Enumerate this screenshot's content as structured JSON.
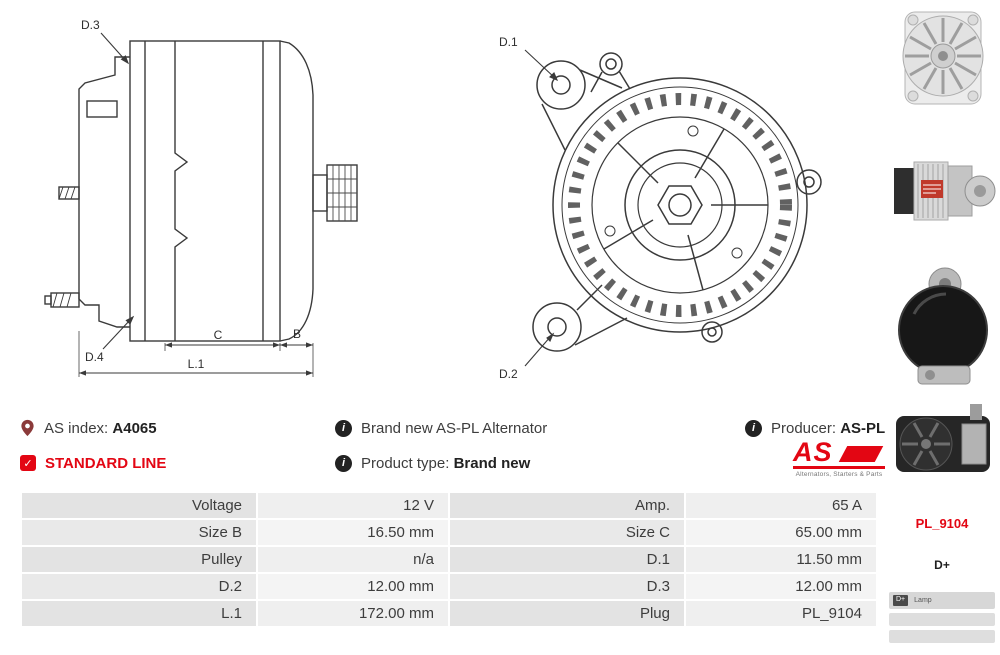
{
  "drawing_side": {
    "d3": "D.3",
    "d4": "D.4",
    "dim_c": "C",
    "dim_b": "B",
    "dim_l1": "L.1"
  },
  "drawing_front": {
    "d1": "D.1",
    "d2": "D.2"
  },
  "info": {
    "as_index_label": "AS index:",
    "as_index_value": "A4065",
    "brand_new_text": "Brand new AS-PL Alternator",
    "producer_label": "Producer:",
    "producer_value": "AS-PL",
    "standard_line": "STANDARD LINE",
    "product_type_label": "Product type:",
    "product_type_value": "Brand new",
    "logo_text": "AS",
    "logo_subtext": "Alternators, Starters & Parts"
  },
  "icons": {
    "info": "i",
    "check": "✓"
  },
  "table": {
    "rows": [
      {
        "l1": "Voltage",
        "v1": "12 V",
        "l2": "Amp.",
        "v2": "65 A"
      },
      {
        "l1": "Size B",
        "v1": "16.50 mm",
        "l2": "Size C",
        "v2": "65.00 mm"
      },
      {
        "l1": "Pulley",
        "v1": "n/a",
        "l2": "D.1",
        "v2": "11.50 mm"
      },
      {
        "l1": "D.2",
        "v1": "12.00 mm",
        "l2": "D.3",
        "v2": "12.00 mm"
      },
      {
        "l1": "L.1",
        "v1": "172.00 mm",
        "l2": "Plug",
        "v2": "PL_9104"
      }
    ]
  },
  "sidebar": {
    "plug_code": "PL_9104",
    "terminal": "D+",
    "connector_dplus": "D+",
    "connector_lamp": "Lamp"
  },
  "colors": {
    "accent_red": "#e30613",
    "line": "#3a3a3a"
  }
}
